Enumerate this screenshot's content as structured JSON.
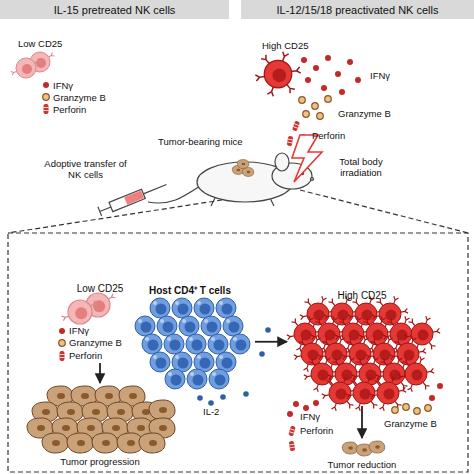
{
  "diagram": {
    "nodes": [
      {
        "text": [
          "IL-15 pretreated NK cells"
        ]
      },
      {
        "text": [
          "IL-12/15/18 preactivated NK cells"
        ]
      },
      {
        "text": [
          "Low CD25"
        ]
      },
      {
        "text": [
          "Tumor progression"
        ]
      },
      {
        "text": [
          "Host CD4⁺ T cells"
        ]
      },
      {
        "text": [
          "High CD25"
        ]
      },
      {
        "text": [
          "Tumor reduction"
        ]
      }
    ],
    "edges": [
      {
        "from": 2,
        "to": 3,
        "arrow": "to"
      },
      {
        "from": 4,
        "to": 5,
        "arrow": "to"
      },
      {
        "from": 5,
        "to": 6,
        "arrow": "to"
      }
    ],
    "labels": [
      "Low CD25",
      "IFNγ",
      "Granzyme B",
      "Perforin",
      "High CD25",
      "IFNγ",
      "Granzyme B",
      "Perforin",
      "Adoptive transfer of NK cells",
      "Tumor-bearing mice",
      "Total body irradiation",
      "IFNγ",
      "Granzyme B",
      "Perforin",
      "IL-2",
      "IFNγ",
      "Perforin",
      "Granzyme B"
    ]
  }
}
